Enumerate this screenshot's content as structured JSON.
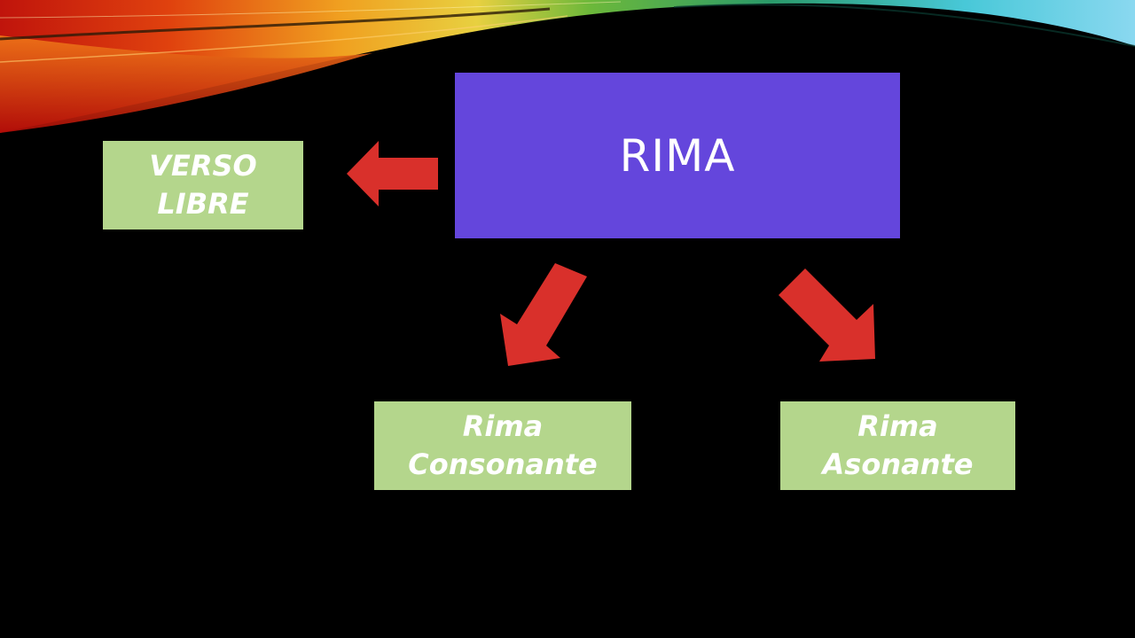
{
  "diagram": {
    "root": {
      "label": "RIMA"
    },
    "nodes": [
      {
        "id": "verso-libre",
        "label_lines": [
          "VERSO",
          "LIBRE"
        ]
      },
      {
        "id": "rima-consonante",
        "label_lines": [
          "Rima",
          "Consonante"
        ]
      },
      {
        "id": "rima-asonante",
        "label_lines": [
          "Rima",
          "Asonante"
        ]
      }
    ]
  },
  "colors": {
    "background": "#000000",
    "root_fill": "#6446dc",
    "node_fill": "#b4d68c",
    "arrow_fill": "#d9302b",
    "text": "#ffffff"
  }
}
